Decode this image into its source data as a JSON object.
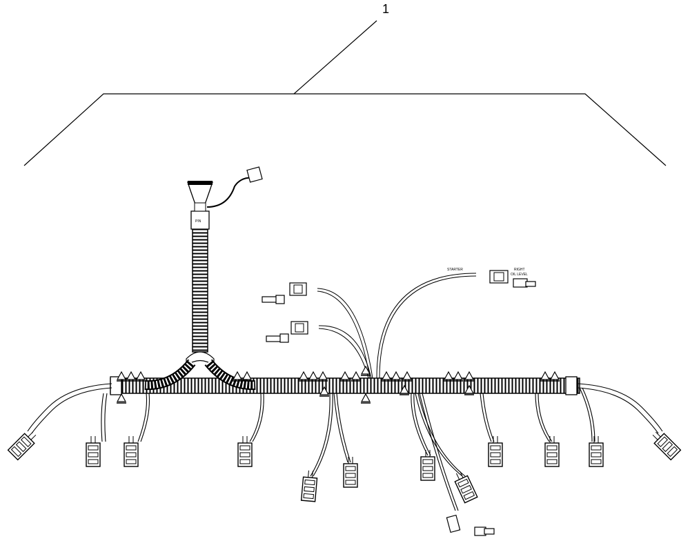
{
  "callout": {
    "number": "1"
  },
  "labels": {
    "main_connector": "PIN",
    "branch_top": "STARTER",
    "sensor_right_line1": "RIGHT",
    "sensor_right_line2": "OIL LEVEL"
  },
  "colors": {
    "line": "#000000",
    "background": "#ffffff"
  },
  "icons": [
    "harness-connector-icon",
    "clip-icon",
    "fuse-connector-icon"
  ]
}
